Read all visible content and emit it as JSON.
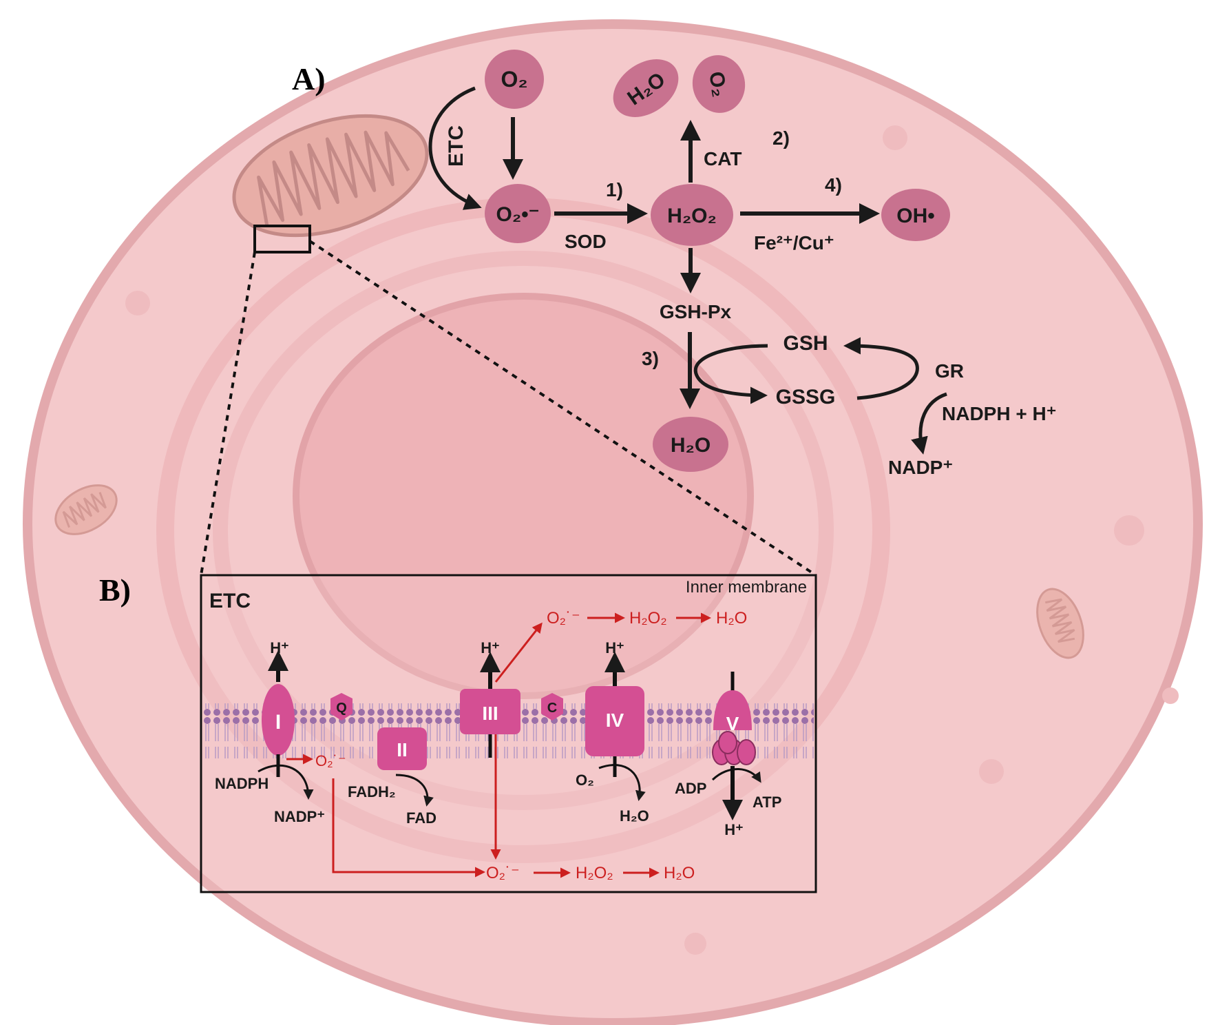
{
  "panels": {
    "a": "A)",
    "b": "B)"
  },
  "colors": {
    "cell_fill": "#f4c9cb",
    "cell_edge": "#e3a9ad",
    "molecule": "#c8728f",
    "complex": "#d44f93",
    "ros_red": "#cc1f1f",
    "membrane": "#9b6fa8"
  },
  "pathway": {
    "o2": "O₂",
    "superoxide": "O₂•⁻",
    "h2o2": "H₂O₂",
    "h2o_cat": "H₂O",
    "o2_cat": "O₂",
    "oh_radical": "OH•",
    "h2o_gpx": "H₂O",
    "etc": "ETC",
    "sod": "SOD",
    "cat": "CAT",
    "metals": "Fe²⁺/Cu⁺",
    "gpx": "GSH-Px",
    "gsh": "GSH",
    "gssg": "GSSG",
    "gr": "GR",
    "nadph_h": "NADPH + H⁺",
    "nadp": "NADP⁺",
    "step1": "1)",
    "step2": "2)",
    "step3": "3)",
    "step4": "4)"
  },
  "inset": {
    "title": "ETC",
    "membrane_label": "Inner membrane",
    "complexes": {
      "c1": "I",
      "q": "Q",
      "c2": "II",
      "c3": "III",
      "c": "C",
      "c4": "IV",
      "c5": "V"
    },
    "h_plus": "H⁺",
    "nadph": "NADPH",
    "nadp": "NADP⁺",
    "fadh2": "FADH₂",
    "fad": "FAD",
    "o2": "O₂",
    "h2o": "H₂O",
    "adp": "ADP",
    "atp": "ATP",
    "ros_superoxide": "O₂˙⁻",
    "ros_h2o2": "H₂O₂",
    "ros_h2o": "H₂O"
  }
}
